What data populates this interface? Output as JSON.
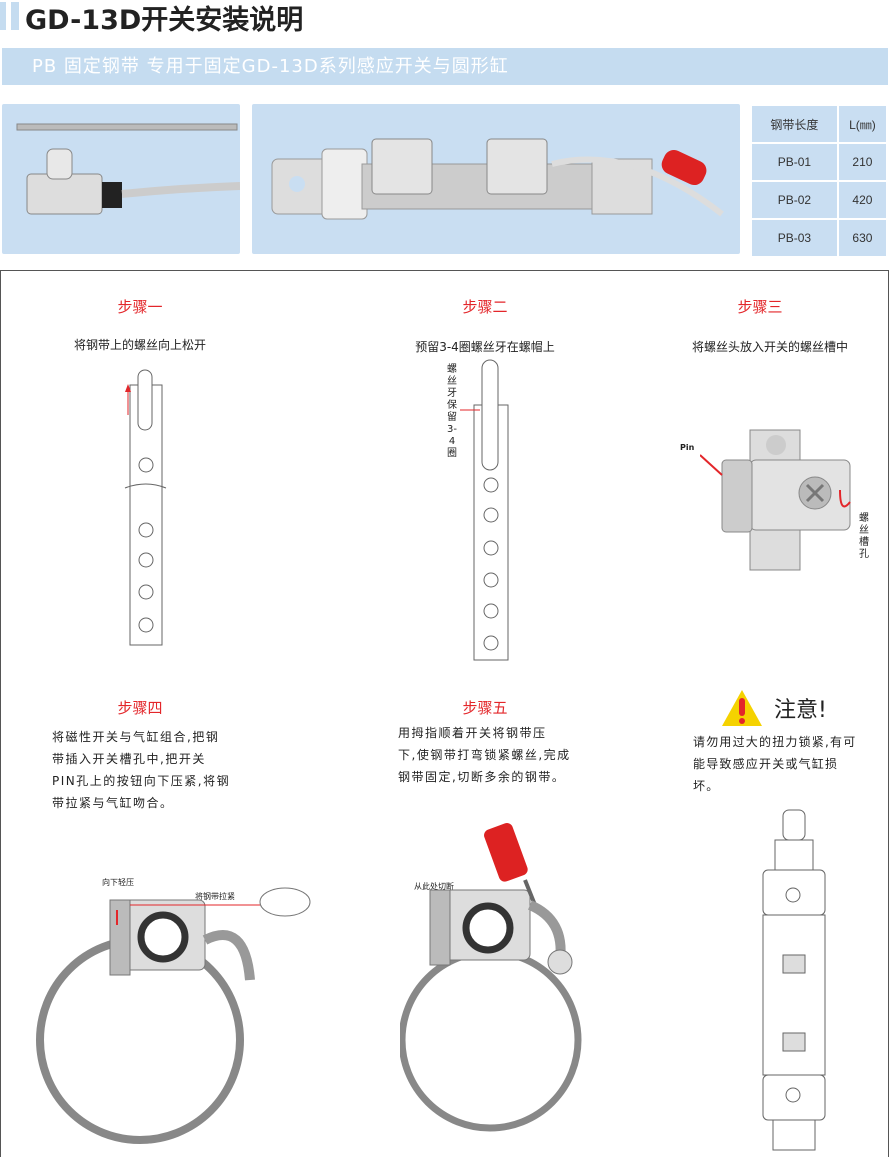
{
  "header": {
    "title": "GD-13D开关安装说明",
    "subtitle": "PB 固定钢带  专用于固定GD-13D系列感应开关与圆形缸"
  },
  "spec_table": {
    "headers": [
      "钢带长度",
      "L(㎜)"
    ],
    "rows": [
      [
        "PB-01",
        "210"
      ],
      [
        "PB-02",
        "420"
      ],
      [
        "PB-03",
        "630"
      ]
    ]
  },
  "steps": [
    {
      "title": "步骤一",
      "desc": "将钢带上的螺丝向上松开"
    },
    {
      "title": "步骤二",
      "desc": "预留3-4圈螺丝牙在螺帽上",
      "annotation": "螺丝牙保留3-4圈"
    },
    {
      "title": "步骤三",
      "desc": "将螺丝头放入开关的螺丝槽中",
      "pin_label": "Pin",
      "slot_label": "螺丝槽孔"
    },
    {
      "title": "步骤四",
      "desc_lines": [
        "将磁性开关与气缸组合,把钢",
        "带插入开关槽孔中,把开关",
        "PIN孔上的按钮向下压紧,将钢",
        "带拉紧与气缸吻合。"
      ],
      "press_label": "向下轻压",
      "pull_label": "将钢带拉紧"
    },
    {
      "title": "步骤五",
      "desc_lines": [
        "用拇指顺着开关将钢带压",
        "下,使钢带打弯锁紧螺丝,完成",
        "钢带固定,切断多余的钢带。"
      ],
      "cut_label": "从此处切断"
    }
  ],
  "notice": {
    "title": "注意!",
    "desc_lines": [
      "请勿用过大的扭力锁紧,有可",
      "能导致感应开关或气缸损",
      "坏。"
    ],
    "icon": "warning-icon",
    "colors": {
      "warning": "#f5d200",
      "mark": "#e3262a"
    }
  },
  "colors": {
    "accent": "#c5dcf0",
    "step_title": "#e3262a"
  }
}
